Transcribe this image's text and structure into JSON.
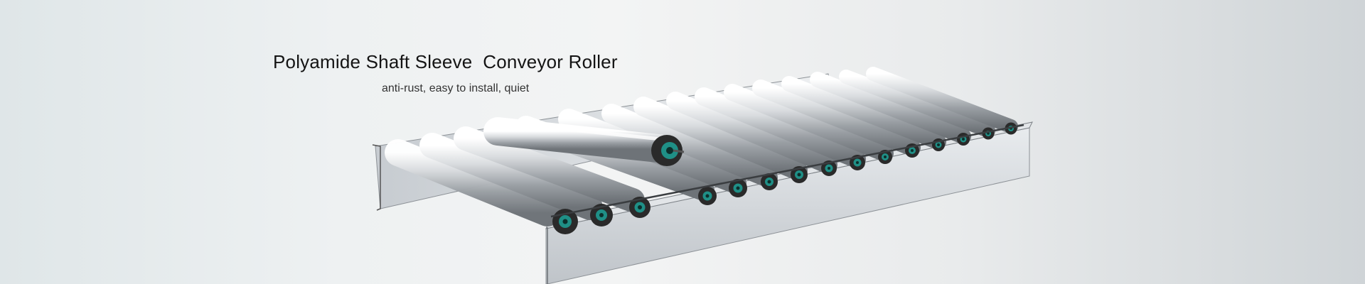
{
  "banner": {
    "title": "Polyamide Shaft Sleeve  Conveyor Roller",
    "subtitle": "anti-rust, easy to install, quiet",
    "product_icon": "conveyor-roller-illustration",
    "colors": {
      "roller_steel": "#b9bdc1",
      "frame_steel": "#cfd3d8",
      "bearing_teal": "#1f8f86",
      "end_cap": "#2a2a2a"
    }
  }
}
